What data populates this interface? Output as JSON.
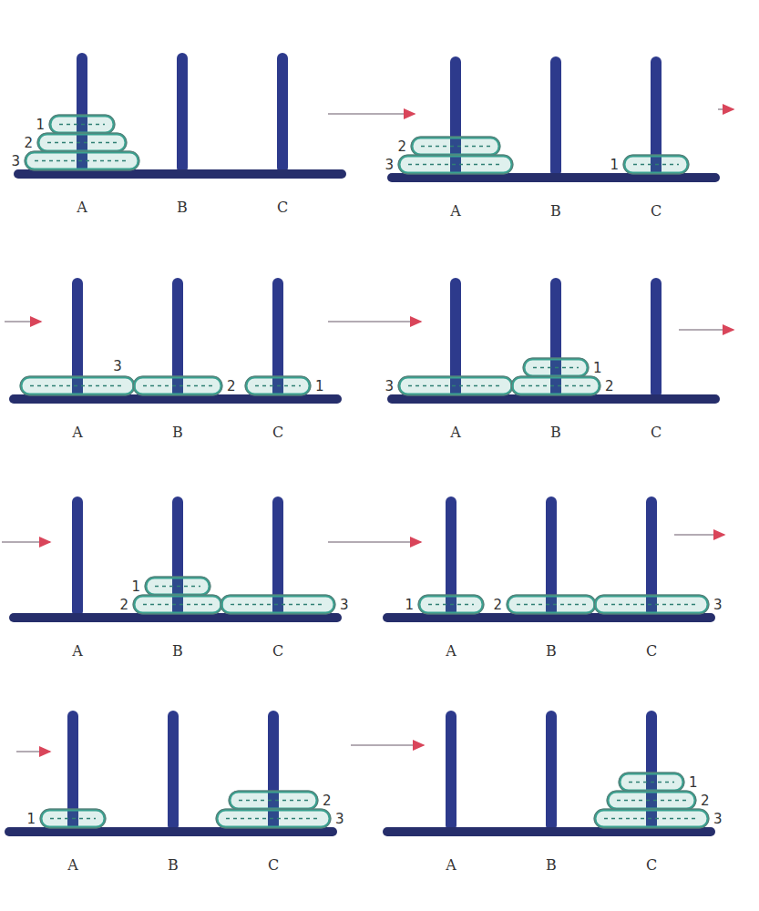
{
  "diagram": {
    "labels": [
      "1",
      "2",
      "3",
      "A",
      "B",
      "C",
      "2",
      "3",
      "1",
      "A",
      "B",
      "C",
      "3",
      "2",
      "1",
      "A",
      "B",
      "C",
      "3",
      "1",
      "2",
      "A",
      "B",
      "C",
      "1",
      "2",
      "3",
      "A",
      "B",
      "C",
      "1",
      "2",
      "3",
      "A",
      "B",
      "C",
      "1",
      "2",
      "3",
      "A",
      "B",
      "C",
      "1",
      "2",
      "3",
      "A",
      "B",
      "C"
    ]
  }
}
